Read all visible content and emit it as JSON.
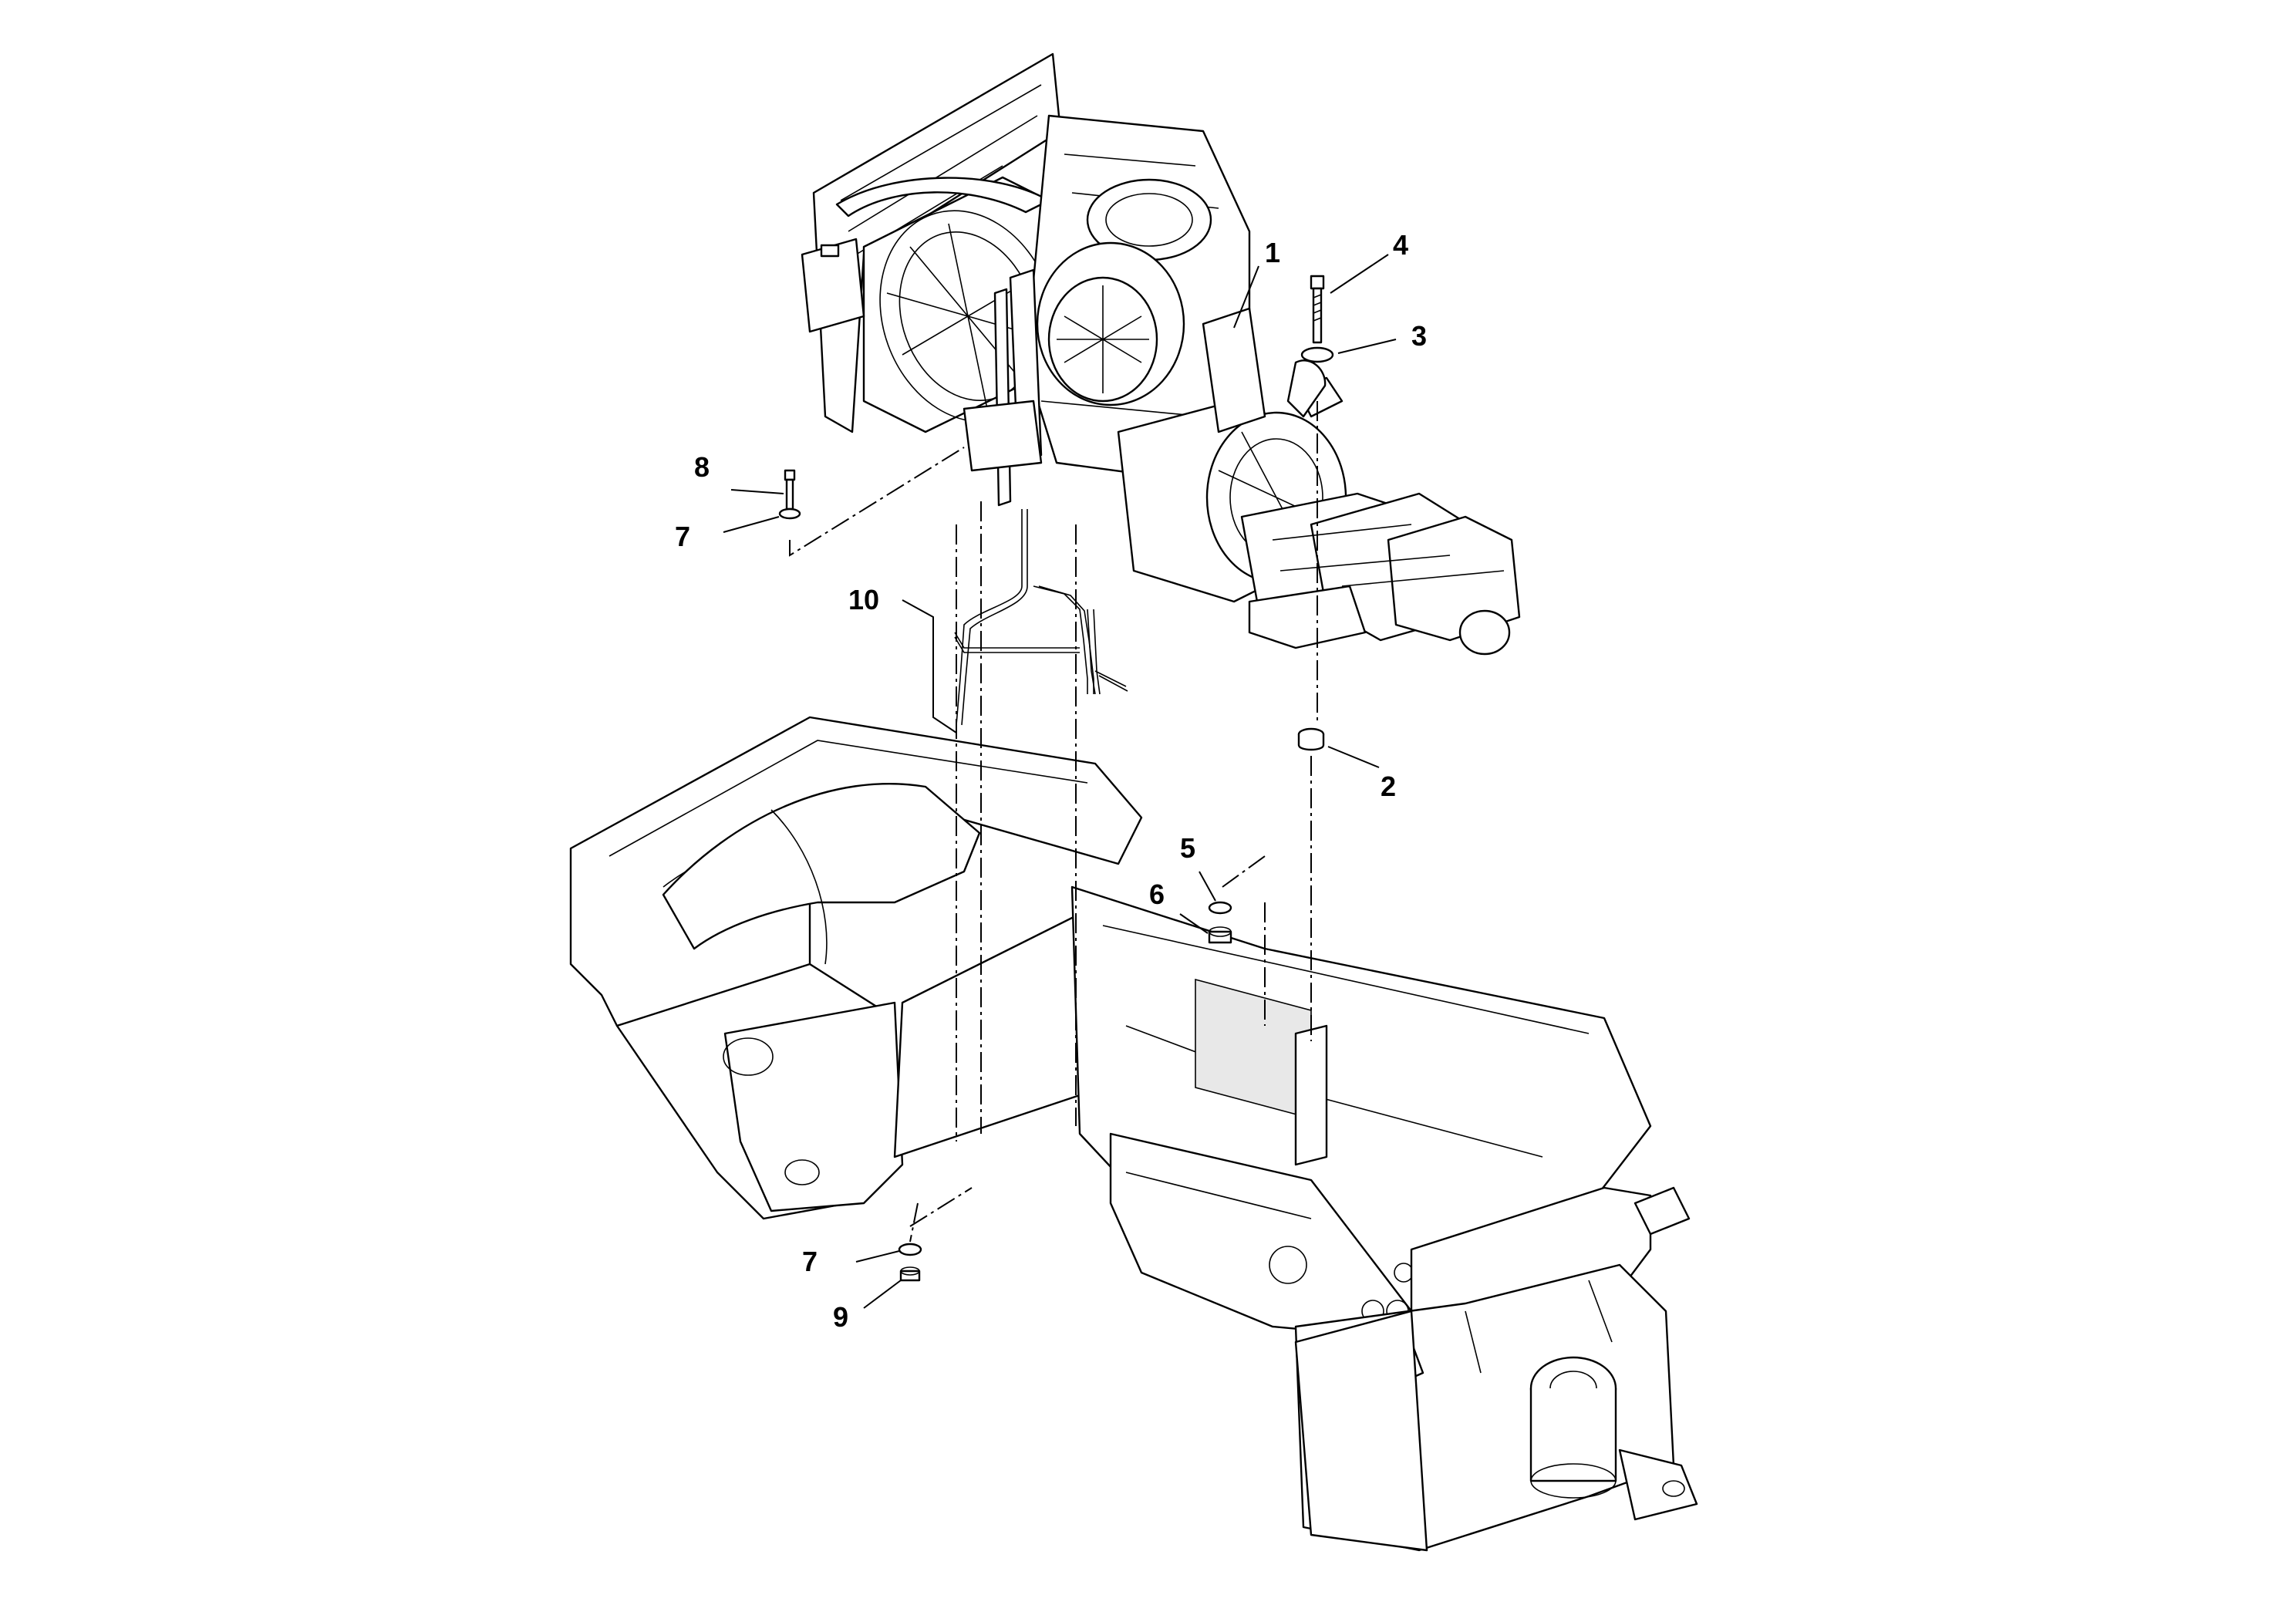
{
  "callouts": [
    {
      "id": "1",
      "label": "1"
    },
    {
      "id": "2",
      "label": "2"
    },
    {
      "id": "3",
      "label": "3"
    },
    {
      "id": "4",
      "label": "4"
    },
    {
      "id": "5",
      "label": "5"
    },
    {
      "id": "6",
      "label": "6"
    },
    {
      "id": "7a",
      "label": "7"
    },
    {
      "id": "7b",
      "label": "7"
    },
    {
      "id": "8",
      "label": "8"
    },
    {
      "id": "9",
      "label": "9"
    },
    {
      "id": "10",
      "label": "10"
    }
  ],
  "colors": {
    "line": "#000000",
    "background": "#ffffff",
    "shade": "#e8e8e8"
  }
}
